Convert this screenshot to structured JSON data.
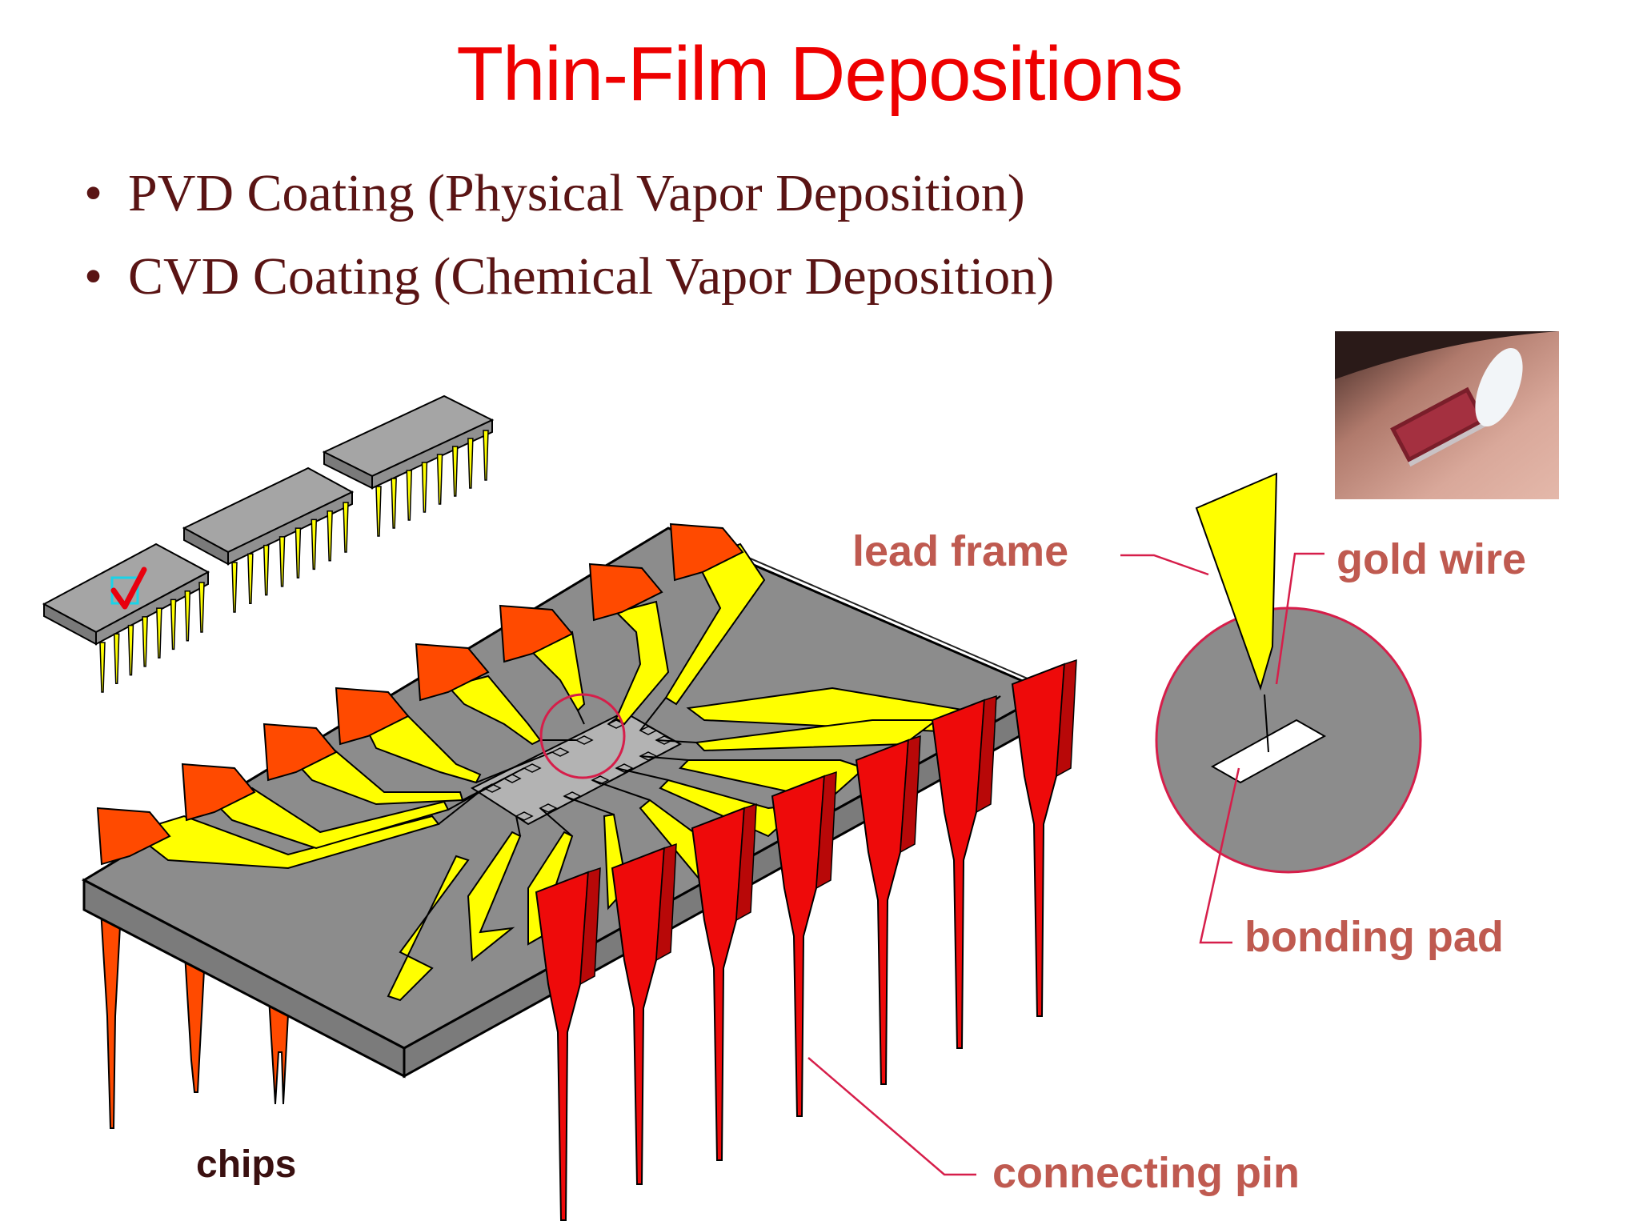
{
  "title": "Thin-Film Depositions",
  "bullets": [
    "PVD Coating (Physical Vapor Deposition)",
    "CVD Coating (Chemical Vapor Deposition)"
  ],
  "bullet_marker": "•",
  "labels": {
    "lead_frame": "lead frame",
    "gold_wire": "gold wire",
    "bonding_pad": "bonding pad",
    "connecting_pin": "connecting pin",
    "chips": "chips"
  },
  "colors": {
    "title": "#ee0000",
    "bullet_text": "#5a1414",
    "label_text": "#bf5a50",
    "callout_line": "#d61e4a",
    "package_gray": "#888888",
    "lead_yellow": "#ffff00",
    "pin_red": "#ee0a0a",
    "pin_orange": "#ff4a00"
  }
}
